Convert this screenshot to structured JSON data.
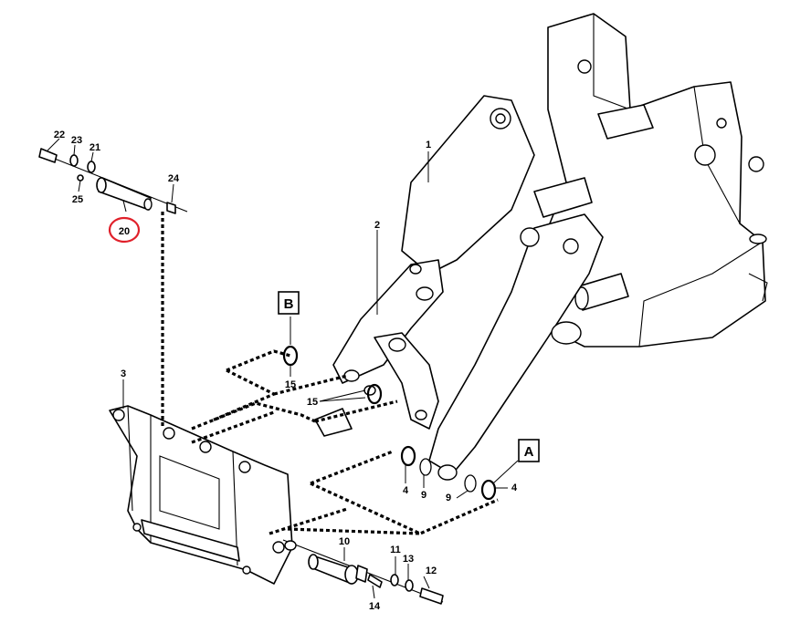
{
  "labels": {
    "p1": "1",
    "p2": "2",
    "p3": "3",
    "p4a": "4",
    "p4b": "4",
    "p9a": "9",
    "p9b": "9",
    "p10": "10",
    "p11": "11",
    "p12": "12",
    "p13": "13",
    "p14": "14",
    "p15a": "15",
    "p15b": "15",
    "p20": "20",
    "p21": "21",
    "p22": "22",
    "p23": "23",
    "p24": "24",
    "p25": "25",
    "boxA": "A",
    "boxB": "B"
  },
  "colors": {
    "highlight": "#e0202a",
    "ink": "#000000",
    "paper": "#ffffff"
  }
}
